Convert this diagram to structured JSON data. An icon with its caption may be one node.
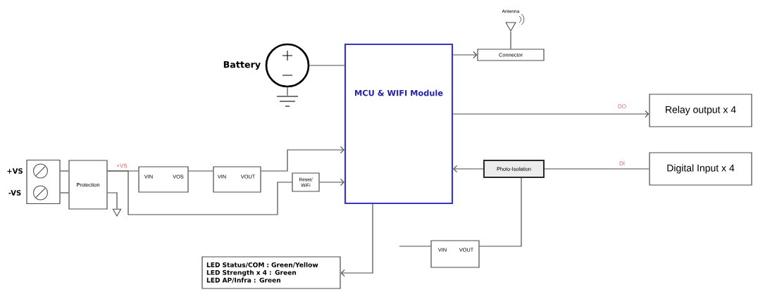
{
  "diagram": {
    "nodes": [
      {
        "text": [
          "Antenna"
        ]
      },
      {
        "text": [
          "Battery"
        ]
      },
      {
        "text": [
          "MCU & WIFI Module"
        ]
      },
      {
        "text": [
          "Connector"
        ]
      },
      {
        "text": [],
        "shape": "picture"
      },
      {
        "text": [
          "Relay output x 4"
        ]
      },
      {
        "text": [],
        "shape": "box",
        "beside": [
          "+VS",
          "-VS"
        ]
      },
      {
        "text": [
          "Protection"
        ]
      },
      {
        "text": [
          "VIN",
          "VOS"
        ]
      },
      {
        "text": [
          "VIN",
          "VOUT"
        ]
      },
      {
        "text": [
          "Reset/ WiFi"
        ]
      },
      {
        "text": [
          "Photo-Isolation"
        ]
      },
      {
        "text": [
          "Digital Input x 4"
        ]
      },
      {
        "text": [],
        "shape": "triangle"
      },
      {
        "text": [
          "VIN",
          "VOUT"
        ]
      },
      {
        "text": [
          "LED Status/COM : Green/Yellow",
          "LED Strength x 4 : Green",
          "LED AP/Infra : Green"
        ]
      }
    ],
    "edges": [
      {
        "from": 0,
        "to": 3,
        "arrow": "none"
      },
      {
        "from": 1,
        "to": 2,
        "arrow": "none"
      },
      {
        "from": 1,
        "to": 4,
        "arrow": "none"
      },
      {
        "from": 2,
        "to": 3,
        "arrow": "to"
      },
      {
        "from": 2,
        "to": 5,
        "arrow": "to",
        "label": "DO"
      },
      {
        "from": 6,
        "to": 7,
        "arrow": "none"
      },
      {
        "from": 6,
        "to": 7,
        "arrow": "none"
      },
      {
        "from": 7,
        "to": 8,
        "arrow": "none",
        "label": "+VS"
      },
      {
        "from": 8,
        "to": 9,
        "arrow": "none"
      },
      {
        "from": 9,
        "to": 2,
        "arrow": "to"
      },
      {
        "from": 7,
        "to": 10,
        "arrow": "none"
      },
      {
        "from": 10,
        "to": 2,
        "arrow": "to"
      },
      {
        "from": 7,
        "to": 13,
        "arrow": "none"
      },
      {
        "from": 12,
        "to": 11,
        "arrow": "none",
        "label": "DI"
      },
      {
        "from": 11,
        "to": 2,
        "arrow": "to"
      },
      {
        "from": 14,
        "to": 11,
        "arrow": "none"
      },
      {
        "from": null,
        "to": 14,
        "arrow": "none"
      },
      {
        "from": 2,
        "to": 15,
        "arrow": "to"
      }
    ]
  }
}
